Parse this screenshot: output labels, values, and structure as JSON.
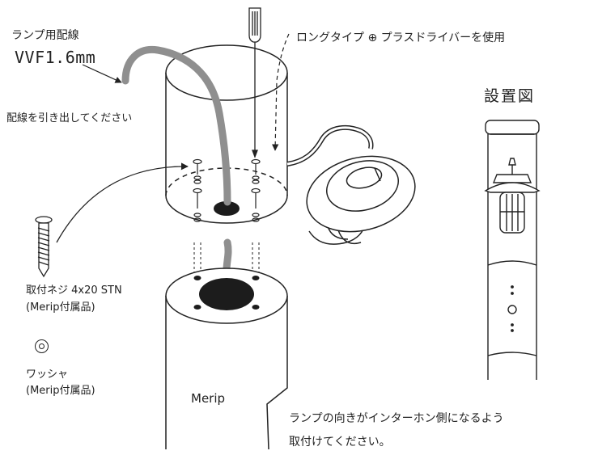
{
  "labels": {
    "lamp_wiring": "ランプ用配線",
    "vvf": "VVF1.6mm",
    "pull_out": "配線を引き出してください",
    "driver": "ロングタイプ ⊕ プラスドライバーを使用",
    "setup_title": "設置図",
    "screw_name": "取付ネジ 4x20 STN",
    "screw_note": "(Merip付属品)",
    "washer_name": "ワッシャ",
    "washer_note": "(Merip付属品)",
    "merip": "Merip",
    "orientation_line1": "ランプの向きがインターホン側になるよう",
    "orientation_line2": "取付けてください。"
  },
  "colors": {
    "line": "#222222",
    "cable": "#8f8f8f",
    "hole": "#1c1c1c",
    "paper": "#ffffff"
  },
  "icons": [
    "screw-icon",
    "washer-icon",
    "screwdriver-icon"
  ]
}
